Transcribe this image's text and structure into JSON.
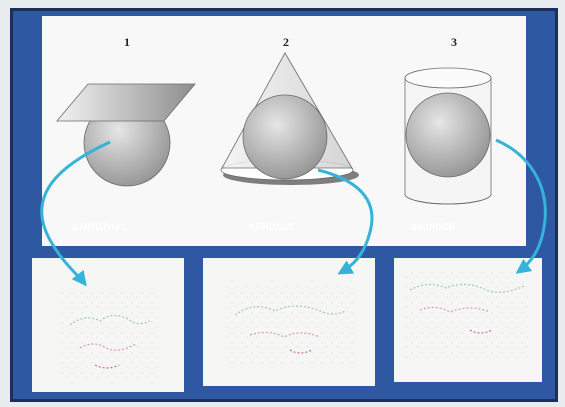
{
  "diagram": {
    "panels": [
      {
        "number": "1",
        "name": "AZIMUTHAL",
        "shape": "plane-on-sphere"
      },
      {
        "number": "2",
        "name": "KERUCUT",
        "shape": "cone-around-sphere"
      },
      {
        "number": "3",
        "name": "SILINDER",
        "shape": "cylinder-around-sphere"
      }
    ]
  },
  "colors": {
    "board_blue": "#2f58a3",
    "panel_bg": "#f7f8f7",
    "arrow": "#35b3d8",
    "sphere_gray": "#a9a9a9"
  }
}
